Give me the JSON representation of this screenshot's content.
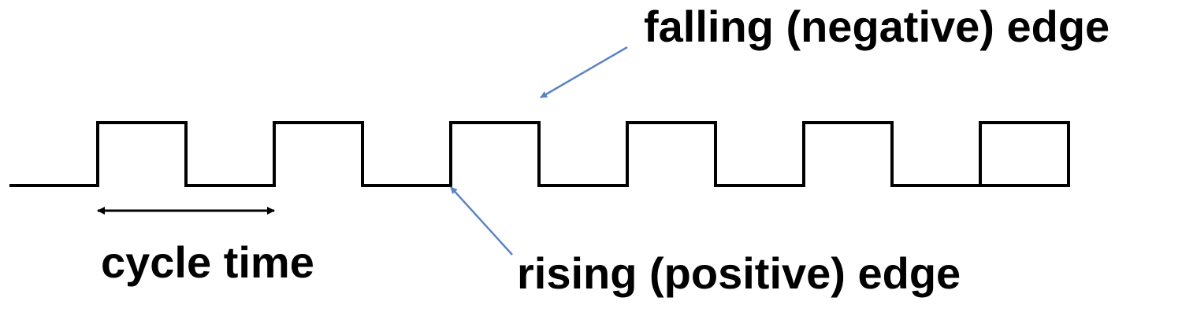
{
  "labels": {
    "falling_edge": "falling (negative) edge",
    "rising_edge": "rising (positive) edge",
    "cycle_time": "cycle time"
  },
  "waveform": {
    "pulse_count": 6
  },
  "colors": {
    "waveform": "#000000",
    "pointer_arrow": "#5b84c4",
    "text": "#000000"
  }
}
